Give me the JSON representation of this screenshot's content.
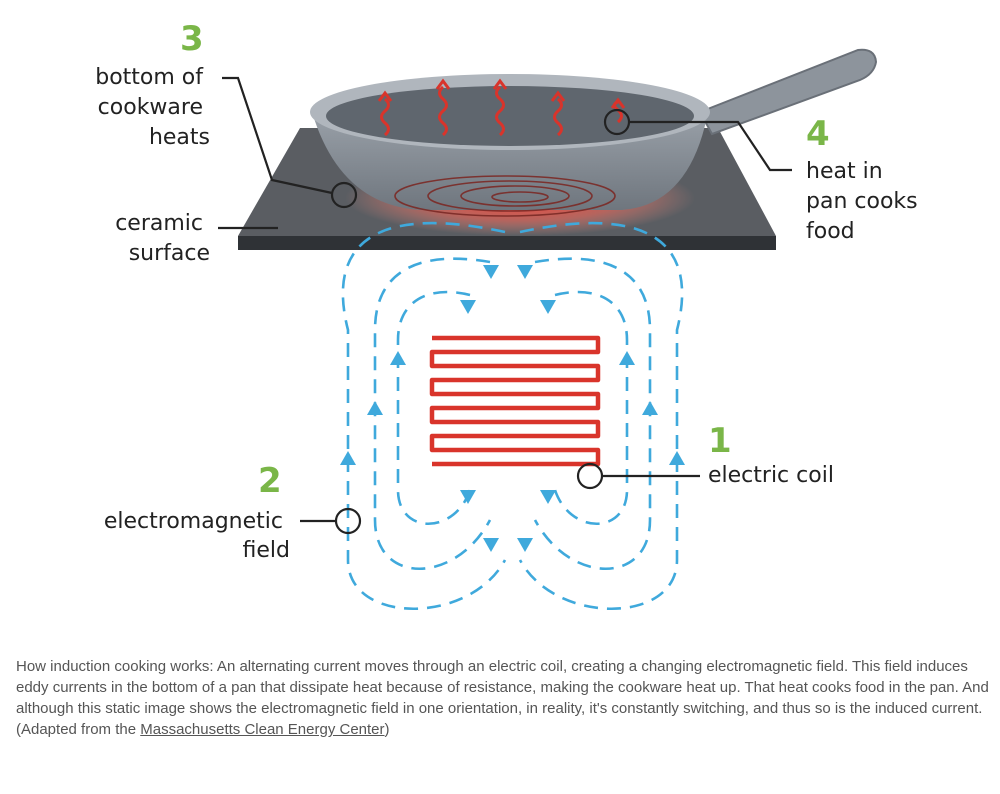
{
  "labels": {
    "step3_number": "3",
    "step3_lines": [
      "bottom of",
      "cookware",
      "heats"
    ],
    "ceramic_lines": [
      "ceramic",
      "surface"
    ],
    "step4_number": "4",
    "step4_lines": [
      "heat in",
      "pan cooks",
      "food"
    ],
    "step1_number": "1",
    "step1_label": "electric coil",
    "step2_number": "2",
    "step2_lines": [
      "electromagnetic",
      "field"
    ]
  },
  "caption": {
    "text": "How induction cooking works: An alternating current moves through an electric coil, creating a changing electromagnetic field. This field induces eddy currents in the bottom of a pan that dissipate heat because of resistance, making the cookware heat up. That heat cooks food in the pan. And although this static image shows the electromagnetic field in one orientation, in reality, it's constantly switching, and thus so is the induced current.",
    "source_prefix": "(Adapted from the ",
    "source_link": "Massachusetts Clean Energy Center",
    "source_suffix": ")"
  },
  "colors": {
    "number_green": "#7ab648",
    "coil_red": "#d9342b",
    "field_blue": "#3fa9dc",
    "surface_gray": "#4a4d52",
    "pan_gray": "#8a9098"
  }
}
